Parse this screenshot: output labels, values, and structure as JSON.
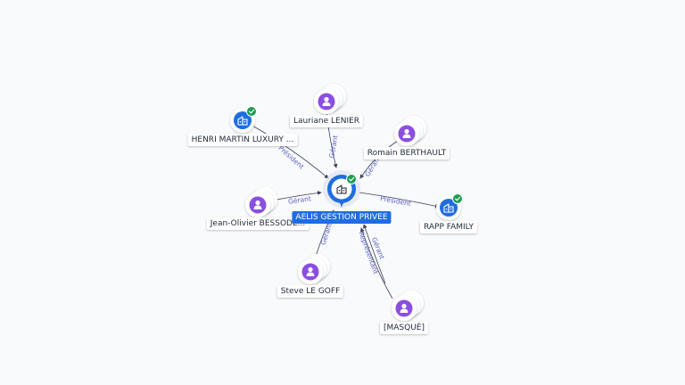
{
  "center": {
    "label": "AELIS GESTION PRIVEE",
    "icon": "building-icon",
    "verified": true
  },
  "nodes": [
    {
      "id": "lauriane",
      "label": "Lauriane LENIER",
      "kind": "person",
      "icon": "person-icon"
    },
    {
      "id": "henri",
      "label": "HENRI MARTIN LUXURY ...",
      "kind": "company",
      "icon": "building-icon",
      "verified": true
    },
    {
      "id": "romain",
      "label": "Romain BERTHAULT",
      "kind": "person",
      "icon": "person-icon"
    },
    {
      "id": "jean",
      "label": "Jean-Olivier BESSODE...",
      "kind": "person",
      "icon": "person-icon"
    },
    {
      "id": "rapp",
      "label": "RAPP FAMILY",
      "kind": "company",
      "icon": "building-icon",
      "verified": true
    },
    {
      "id": "steve",
      "label": "Steve LE GOFF",
      "kind": "person",
      "icon": "person-icon"
    },
    {
      "id": "masque",
      "label": "[MASQUÉ]",
      "kind": "person",
      "icon": "person-icon"
    }
  ],
  "edges": [
    {
      "from": "lauriane",
      "to": "center",
      "label": "Gérant"
    },
    {
      "from": "henri",
      "to": "center",
      "label": "Président"
    },
    {
      "from": "romain",
      "to": "center",
      "label": "Gérant"
    },
    {
      "from": "jean",
      "to": "center",
      "label": "Gérant"
    },
    {
      "from": "center",
      "to": "rapp",
      "label": "Président"
    },
    {
      "from": "steve",
      "to": "center",
      "label": "Gérant"
    },
    {
      "from": "masque",
      "to": "center",
      "label": "Gérant"
    },
    {
      "from": "masque",
      "to": "center",
      "label": "Représentant"
    }
  ],
  "colors": {
    "center": "#1f6de0",
    "company": "#1f6de0",
    "person": "#8a4fe0",
    "verified": "#1f9d55",
    "edge": "#3d3f58",
    "edge_label": "#5a5fc4"
  }
}
